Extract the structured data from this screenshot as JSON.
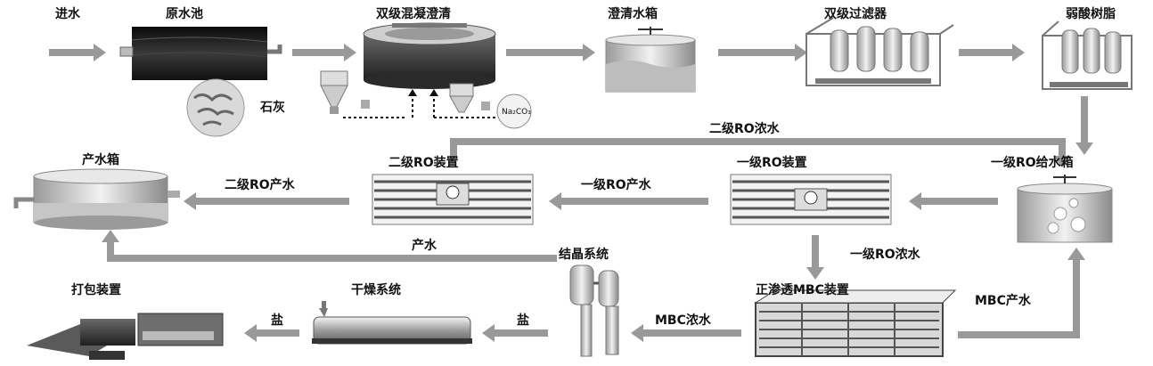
{
  "labels": {
    "inlet": "进水",
    "raw_pool": "原水池",
    "coagulation": "双级混凝澄清",
    "clear_tank": "澄清水箱",
    "filter": "双级过滤器",
    "resin": "弱酸树脂",
    "lime": "石灰",
    "soda": "Na₂CO₃",
    "ro2_concentrate": "二级RO浓水",
    "product_tank": "产水箱",
    "ro2_product": "二级RO产水",
    "ro2_unit": "二级RO装置",
    "ro1_product": "一级RO产水",
    "ro1_unit": "一级RO装置",
    "ro1_feed_tank": "一级RO给水箱",
    "product_water": "产水",
    "crystallization": "结晶系统",
    "ro1_concentrate": "一级RO浓水",
    "packaging": "打包装置",
    "drying": "干燥系统",
    "fo_mbc": "正渗透MBC装置",
    "mbc_product": "MBC产水",
    "salt1": "盐",
    "salt2": "盐",
    "mbc_concentrate": "MBC浓水"
  },
  "colors": {
    "arrow": "#8f8f8f",
    "text": "#111111"
  }
}
